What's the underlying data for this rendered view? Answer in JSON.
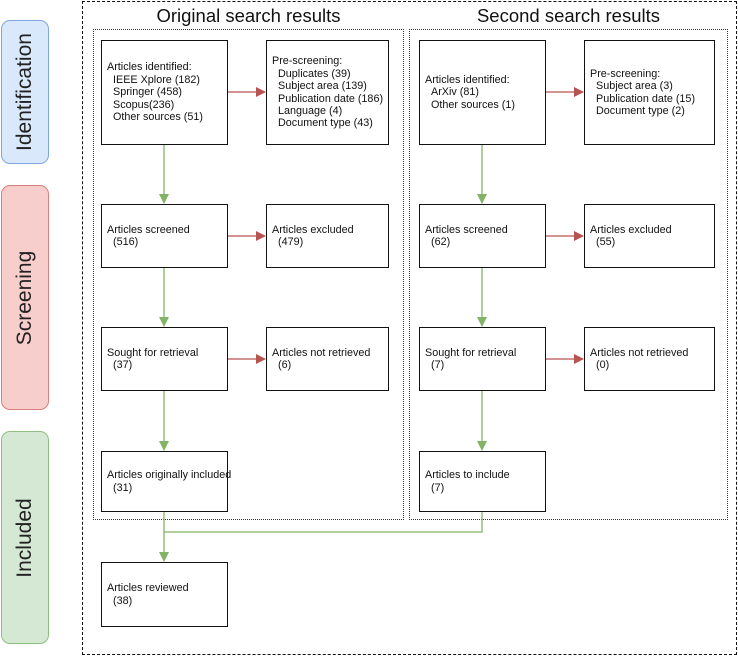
{
  "phases": [
    {
      "label": "Identification",
      "color": "#dae8fc",
      "border": "#7ea6e0"
    },
    {
      "label": "Screening",
      "color": "#f8cecc",
      "border": "#d6807c"
    },
    {
      "label": "Included",
      "color": "#d5e8d4",
      "border": "#8fbf7f"
    }
  ],
  "original": {
    "heading": "Original search results",
    "identified": {
      "title": "Articles identified:",
      "items": [
        "IEEE Xplore (182)",
        "Springer (458)",
        "Scopus(236)",
        "Other sources (51)"
      ]
    },
    "prescreening": {
      "title": "Pre-screening:",
      "items": [
        "Duplicates (39)",
        "Subject area (139)",
        "Publication date (186)",
        "Language (4)",
        "Document type (43)"
      ]
    },
    "screened": {
      "title": "Articles screened",
      "value": "(516)"
    },
    "excluded": {
      "title": "Articles excluded",
      "value": "(479)"
    },
    "sought": {
      "title": "Sought for retrieval",
      "value": "(37)"
    },
    "not_retrieved": {
      "title": "Articles not retrieved",
      "value": "(6)"
    },
    "included": {
      "title": "Articles originally included",
      "value": "(31)"
    }
  },
  "second": {
    "heading": "Second search results",
    "identified": {
      "title": "Articles identified:",
      "items": [
        "ArXiv (81)",
        "Other sources (1)"
      ]
    },
    "prescreening": {
      "title": "Pre-screening:",
      "items": [
        "Subject area (3)",
        "Publication date (15)",
        "Document type (2)"
      ]
    },
    "screened": {
      "title": "Articles screened",
      "value": "(62)"
    },
    "excluded": {
      "title": "Articles excluded",
      "value": "(55)"
    },
    "sought": {
      "title": "Sought for retrieval",
      "value": "(7)"
    },
    "not_retrieved": {
      "title": "Articles not retrieved",
      "value": "(0)"
    },
    "included": {
      "title": "Articles to include",
      "value": "(7)"
    }
  },
  "reviewed": {
    "title": "Articles reviewed",
    "value": "(38)"
  },
  "colors": {
    "flow_arrow": "#82b366",
    "exclude_arrow": "#b85450"
  }
}
